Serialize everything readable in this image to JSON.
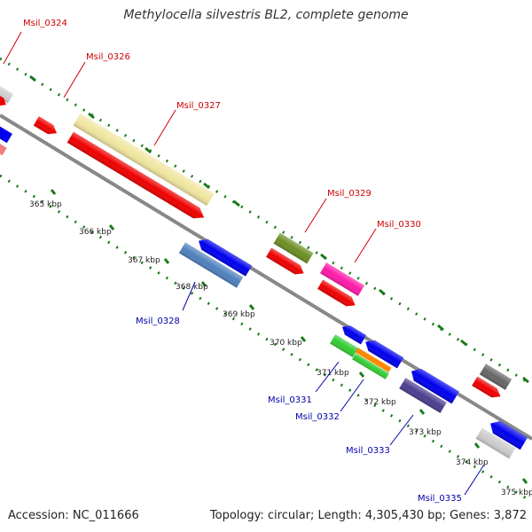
{
  "title": "Methylocella silvestris BL2, complete genome",
  "footer": {
    "accession": "Accession: NC_011666",
    "topology": "Topology: circular; Length: 4,305,430 bp; Genes: 3,872"
  },
  "ticks": [
    "365 kbp",
    "366 kbp",
    "367 kbp",
    "368 kbp",
    "369 kbp",
    "370 kbp",
    "371 kbp",
    "372 kbp",
    "373 kbp",
    "374 kbp",
    "375 kbp"
  ],
  "colors": {
    "forward_label": "#cc0000",
    "reverse_label": "#0000aa",
    "backbone": "#888888",
    "dots": "#1a7a1a",
    "red": "#ee0000",
    "blue": "#0000ee",
    "yellow": "#f0e6a0",
    "olive": "#6b8e23",
    "pink": "#ff1aa8",
    "steelblue": "#4f81bd",
    "green": "#33cc33",
    "orange": "#ff8800",
    "darkslate": "#4b3f8f",
    "gray": "#666666",
    "lightgray": "#cccccc",
    "salmon": "#f08080"
  },
  "gene_labels": [
    {
      "name": "Msil_0324",
      "strand": "forward"
    },
    {
      "name": "Msil_0326",
      "strand": "forward"
    },
    {
      "name": "Msil_0327",
      "strand": "forward"
    },
    {
      "name": "Msil_0329",
      "strand": "forward"
    },
    {
      "name": "Msil_0330",
      "strand": "forward"
    },
    {
      "name": "Msil_0328",
      "strand": "reverse"
    },
    {
      "name": "Msil_0331",
      "strand": "reverse"
    },
    {
      "name": "Msil_0332",
      "strand": "reverse"
    },
    {
      "name": "Msil_0333",
      "strand": "reverse"
    },
    {
      "name": "Msil_0335",
      "strand": "reverse"
    }
  ]
}
